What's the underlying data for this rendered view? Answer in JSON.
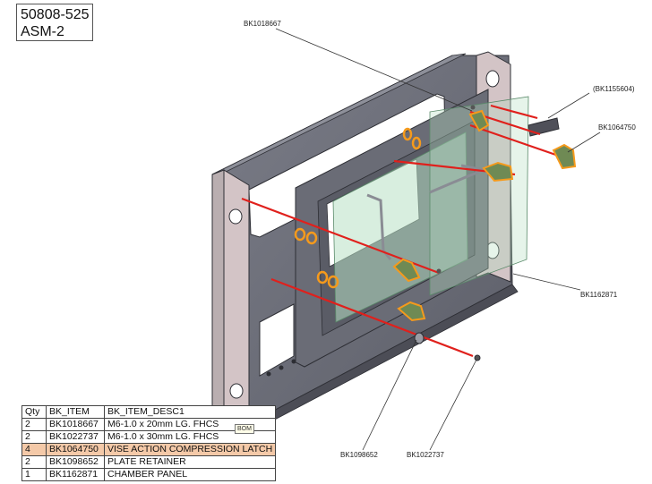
{
  "title": {
    "line1": "50808-525",
    "line2": "ASM-2"
  },
  "callouts": {
    "bk1018667": "BK1018667",
    "bk1155604": "(BK1155604)",
    "bk1064750": "BK1064750",
    "bk1162871": "BK1162871",
    "bk1098652": "BK1098652",
    "bk1022737": "BK1022737"
  },
  "bom": {
    "headers": [
      "Qty",
      "BK_ITEM",
      "BK_ITEM_DESC1"
    ],
    "rows": [
      {
        "qty": "2",
        "item": "BK1018667",
        "desc": "M6-1.0 x 20mm LG. FHCS"
      },
      {
        "qty": "2",
        "item": "BK1022737",
        "desc": "M6-1.0 x 30mm LG. FHCS"
      },
      {
        "qty": "4",
        "item": "BK1064750",
        "desc": "VISE ACTION COMPRESSION LATCH"
      },
      {
        "qty": "2",
        "item": "BK1098652",
        "desc": "PLATE RETAINER"
      },
      {
        "qty": "1",
        "item": "BK1162871",
        "desc": "CHAMBER PANEL"
      }
    ],
    "highlighted_row": 2,
    "tag": "BOM"
  },
  "colors": {
    "panel_face": "#6f717c",
    "panel_dark": "#4f5059",
    "side_bar": "#d3c4c6",
    "glass": "#b8e0c4",
    "explode_line": "#e0201c",
    "latch_outline": "#f59a1c",
    "latch_body": "#6f8a54",
    "bom_highlight": "#f4c9a8"
  }
}
